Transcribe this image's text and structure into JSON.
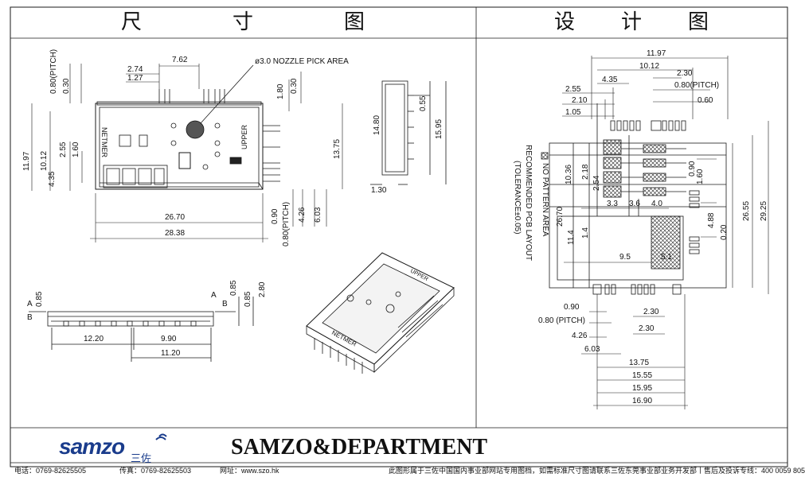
{
  "header": {
    "left_title": "尺　　　　寸　　　　图",
    "right_title": "设　　计　　图"
  },
  "dims_left": {
    "nozzle": "ø3.0 NOZZLE PICK AREA",
    "d762": "7.62",
    "d274": "2.74",
    "d127": "1.27",
    "d080p": "0.80(PITCH)",
    "d030": "0.30",
    "d180": "1.80",
    "d030b": "0.30",
    "d1197": "11.97",
    "d1012": "10.12",
    "d255": "2.55",
    "d160": "1.60",
    "d435": "4.35",
    "d1375": "13.75",
    "d2670": "26.70",
    "d2838": "28.38",
    "d090": "0.90",
    "d080p2": "0.80(PITCH)",
    "d426": "4.26",
    "d603": "6.03",
    "label_netmer": "NETMER",
    "label_upper": "UPPER",
    "d1480": "14.80",
    "d055": "0.55",
    "d1595": "15.95",
    "d130": "1.30",
    "dA": "A",
    "dB": "B",
    "d085": "0.85",
    "d085b": "0.85",
    "d280": "2.80",
    "d1220": "12.20",
    "d990": "9.90",
    "d1120": "11.20"
  },
  "dims_right": {
    "r1197": "11.97",
    "r1012": "10.12",
    "r435": "4.35",
    "r230": "2.30",
    "r255": "2.55",
    "r080p": "0.80(PITCH)",
    "r210": "2.10",
    "r060": "0.60",
    "r105": "1.05",
    "r1036": "10.36",
    "r218": "2.18",
    "r254": "2.54",
    "r33": "3.3",
    "r36": "3.6",
    "r40": "4.0",
    "r090": "0.90",
    "r160": "1.60",
    "r488": "4.88",
    "r020": "0.20",
    "r2670": "26.70",
    "r2655": "26.55",
    "r2925": "29.25",
    "r14": "1.4",
    "r114": "11.4",
    "r95": "9.5",
    "r51": "5.1",
    "rb090": "0.90",
    "rb080p": "0.80 (PITCH)",
    "rb426": "4.26",
    "rb230": "2.30",
    "rb230b": "2.30",
    "rb603": "6.03",
    "rb1375": "13.75",
    "rb1555": "15.55",
    "rb1595": "15.95",
    "rb1690": "16.90",
    "legend_nopattern": "NO PATTERN AREA",
    "legend_recommended": "RECOMMENDED PCB LAYOUT",
    "legend_tolerance": "(TOLERANCE±0.05)"
  },
  "footer": {
    "logo": "samzo",
    "logo_sub": "三佐",
    "department": "SAMZO&DEPARTMENT",
    "tel": "电话：0769-82625505",
    "fax": "传真：0769-82625503",
    "web": "网址：www.szo.hk",
    "note": "此图形属于三佐中国国内事业部网站专用图档，如需标准尺寸图请联系三佐东莞事业部业务开发部丨售后及投诉专线：400 0059 805"
  },
  "colors": {
    "line": "#1a1a1a",
    "brand": "#1a3c8c"
  }
}
